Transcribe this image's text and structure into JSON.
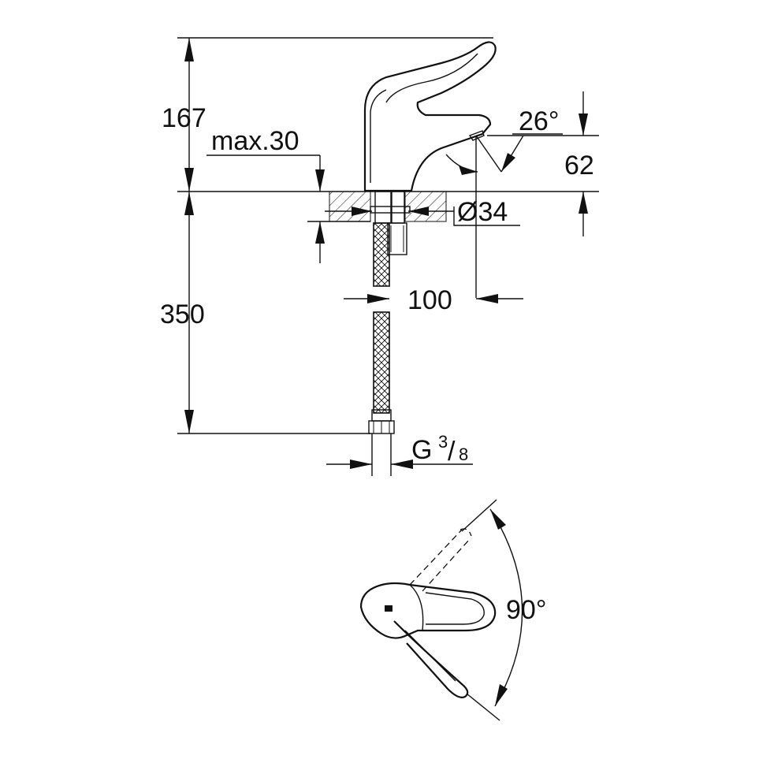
{
  "dimensions": {
    "total_height": "167",
    "max_thickness": "max.30",
    "spout_angle": "26°",
    "spout_height": "62",
    "diameter": "Ø34",
    "spout_reach": "100",
    "hose_length": "350",
    "connection_thread_letter": "G",
    "connection_thread_num": "3",
    "connection_thread_den": "8",
    "lever_swing_angle": "90°"
  }
}
